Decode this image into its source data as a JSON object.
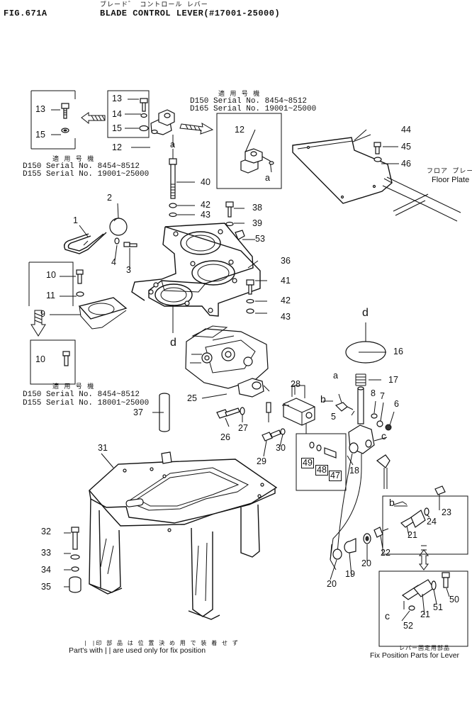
{
  "header": {
    "fig_id": "FIG.671A",
    "title_jp": "ブレード゛ コントロール レバー",
    "title": "BLADE CONTROL LEVER(#17001-25000)"
  },
  "serial_notes": {
    "top_left": {
      "jp": "適 用 号 機",
      "line1": "D150 Serial No. 8454~8512",
      "line2": "D155 Serial No. 19001~25000"
    },
    "top_middle": {
      "jp": "適 用 号 機",
      "line1": "D150 Serial No. 8454~8512",
      "line2": "D165 Serial No. 19001~25000"
    },
    "mid_left": {
      "jp": "適 用 号 機",
      "line1": "D150 Serial No. 8454~8512",
      "line2": "D155 Serial No. 18001~25000"
    }
  },
  "floor_plate": {
    "jp": "フロア プレート",
    "label": "Floor Plate"
  },
  "footer": {
    "left_jp": "| |印 部 品 は 位 置 決 め 用 で 装 着 せ ず",
    "left": "Part's with | | are used only for fix position",
    "right_jp": "レバー固定用部品",
    "right": "Fix Position Parts for Lever"
  },
  "part_labels": [
    {
      "id": "p13a",
      "text": "13"
    },
    {
      "id": "p15a",
      "text": "15"
    },
    {
      "id": "p13b",
      "text": "13"
    },
    {
      "id": "p14",
      "text": "14"
    },
    {
      "id": "p15b",
      "text": "15"
    },
    {
      "id": "p12a",
      "text": "12"
    },
    {
      "id": "pa1",
      "text": "a"
    },
    {
      "id": "p12b",
      "text": "12"
    },
    {
      "id": "pa2",
      "text": "a"
    },
    {
      "id": "p44",
      "text": "44"
    },
    {
      "id": "p45",
      "text": "45"
    },
    {
      "id": "p46",
      "text": "46"
    },
    {
      "id": "p40",
      "text": "40"
    },
    {
      "id": "p42a",
      "text": "42"
    },
    {
      "id": "p43a",
      "text": "43"
    },
    {
      "id": "p38",
      "text": "38"
    },
    {
      "id": "p39",
      "text": "39"
    },
    {
      "id": "p53",
      "text": "53"
    },
    {
      "id": "p2",
      "text": "2"
    },
    {
      "id": "p1",
      "text": "1"
    },
    {
      "id": "p4",
      "text": "4"
    },
    {
      "id": "p3",
      "text": "3"
    },
    {
      "id": "p36",
      "text": "36"
    },
    {
      "id": "p10a",
      "text": "10"
    },
    {
      "id": "p11",
      "text": "11"
    },
    {
      "id": "p41",
      "text": "41"
    },
    {
      "id": "p42b",
      "text": "42"
    },
    {
      "id": "p9",
      "text": "9"
    },
    {
      "id": "p43b",
      "text": "43"
    },
    {
      "id": "pd1",
      "text": "d"
    },
    {
      "id": "pd2",
      "text": "d"
    },
    {
      "id": "p16",
      "text": "16"
    },
    {
      "id": "p10b",
      "text": "10"
    },
    {
      "id": "pa3",
      "text": "a"
    },
    {
      "id": "p17",
      "text": "17"
    },
    {
      "id": "p28",
      "text": "28"
    },
    {
      "id": "pb1",
      "text": "b"
    },
    {
      "id": "p8",
      "text": "8"
    },
    {
      "id": "p7",
      "text": "7"
    },
    {
      "id": "p25",
      "text": "25"
    },
    {
      "id": "p6",
      "text": "6"
    },
    {
      "id": "p37",
      "text": "37"
    },
    {
      "id": "p5",
      "text": "5"
    },
    {
      "id": "pc1",
      "text": "c"
    },
    {
      "id": "p26",
      "text": "26"
    },
    {
      "id": "p27",
      "text": "27"
    },
    {
      "id": "p30",
      "text": "30"
    },
    {
      "id": "p31",
      "text": "31"
    },
    {
      "id": "p29",
      "text": "29"
    },
    {
      "id": "p49",
      "text": "49"
    },
    {
      "id": "p48",
      "text": "48"
    },
    {
      "id": "p47",
      "text": "47"
    },
    {
      "id": "p18",
      "text": "18"
    },
    {
      "id": "pb2",
      "text": "b"
    },
    {
      "id": "p23",
      "text": "23"
    },
    {
      "id": "p24",
      "text": "24"
    },
    {
      "id": "p21a",
      "text": "21"
    },
    {
      "id": "p32",
      "text": "32"
    },
    {
      "id": "p22",
      "text": "22"
    },
    {
      "id": "p33",
      "text": "33"
    },
    {
      "id": "p20a",
      "text": "20"
    },
    {
      "id": "p34",
      "text": "34"
    },
    {
      "id": "p19",
      "text": "19"
    },
    {
      "id": "p20b",
      "text": "20"
    },
    {
      "id": "p35",
      "text": "35"
    },
    {
      "id": "p50",
      "text": "50"
    },
    {
      "id": "p51",
      "text": "51"
    },
    {
      "id": "p21b",
      "text": "21"
    },
    {
      "id": "pc2",
      "text": "c"
    },
    {
      "id": "p52",
      "text": "52"
    }
  ]
}
